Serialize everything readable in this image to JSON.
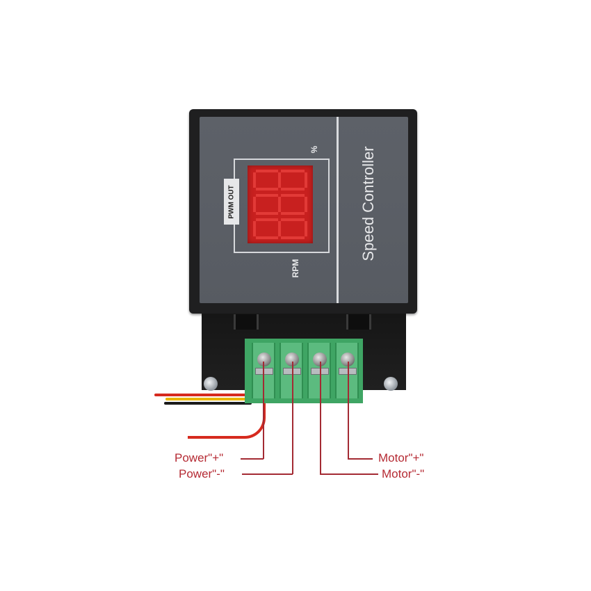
{
  "product": {
    "title": "Speed Controller",
    "display_label": "PWM OUT",
    "display_unit_bottom": "RPM",
    "display_unit_top": "%",
    "display_reading": "888",
    "colors": {
      "bezel": "#1f1f20",
      "faceplate": "#5b5f66",
      "display": "#c8201f",
      "terminal_block": "#4fb374",
      "callout": "#b52a33"
    }
  },
  "callouts": [
    {
      "id": "power-plus",
      "label": "Power\"+\""
    },
    {
      "id": "power-minus",
      "label": "Power\"-\""
    },
    {
      "id": "motor-plus",
      "label": "Motor\"+\""
    },
    {
      "id": "motor-minus",
      "label": "Motor\"-\""
    }
  ]
}
